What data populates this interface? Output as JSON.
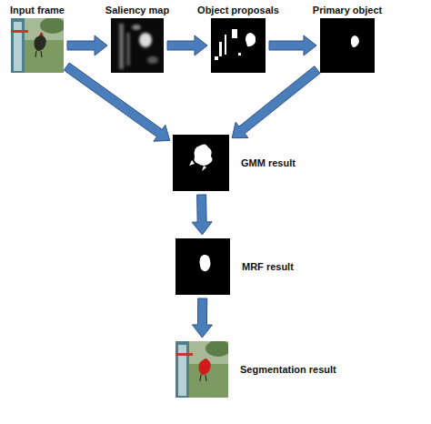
{
  "diagram": {
    "nodes": [
      {
        "text": [
          "Input frame"
        ]
      },
      {
        "text": [
          "Saliency map"
        ]
      },
      {
        "text": [
          "Object proposals"
        ]
      },
      {
        "text": [
          "Primary object"
        ]
      },
      {
        "text": [
          "GMM result"
        ]
      },
      {
        "text": [
          "MRF result"
        ]
      },
      {
        "text": [
          "Segmentation result"
        ]
      }
    ],
    "edges": [
      {
        "from": 0,
        "to": 1,
        "arrow": "to"
      },
      {
        "from": 1,
        "to": 2,
        "arrow": "to"
      },
      {
        "from": 2,
        "to": 3,
        "arrow": "to"
      },
      {
        "from": 0,
        "to": 4,
        "arrow": "to"
      },
      {
        "from": 3,
        "to": 4,
        "arrow": "to"
      },
      {
        "from": 4,
        "to": 5,
        "arrow": "to"
      },
      {
        "from": 5,
        "to": 6,
        "arrow": "to"
      }
    ]
  }
}
